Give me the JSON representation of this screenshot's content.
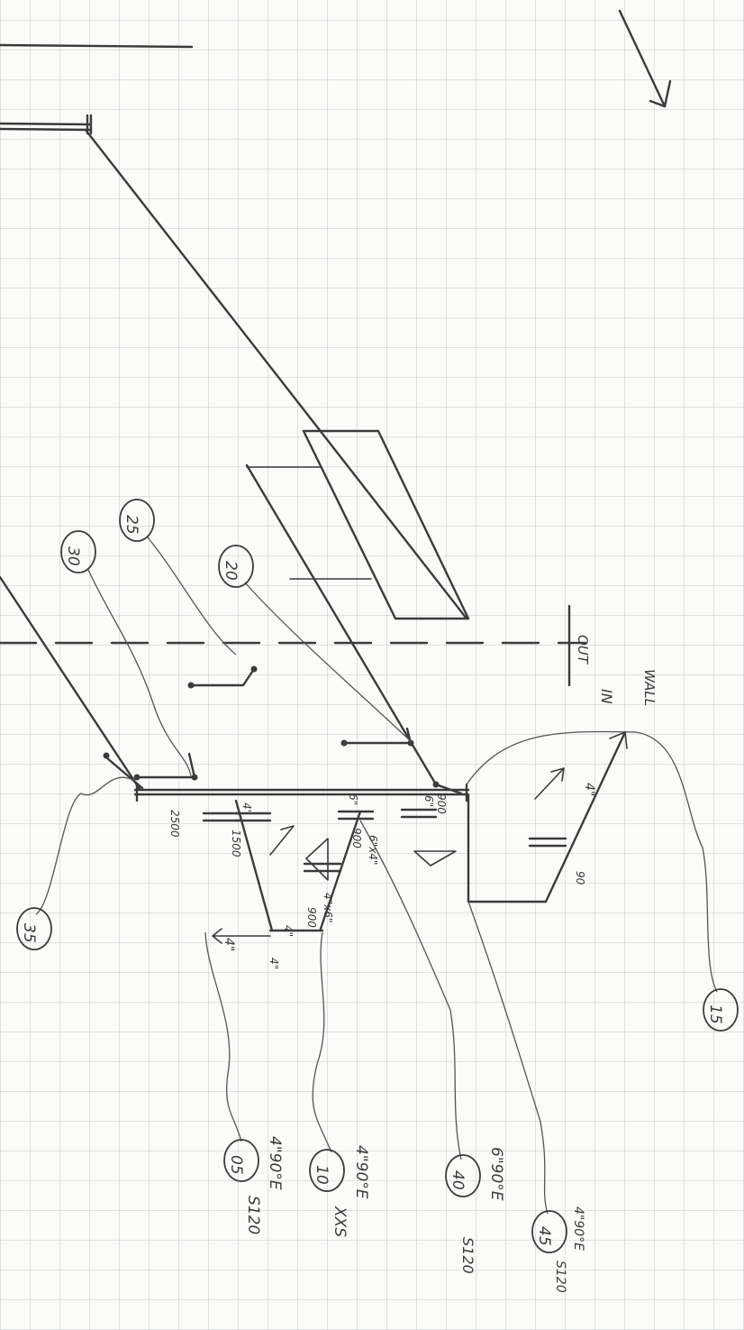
{
  "wall": {
    "out": "OUT",
    "wall": "WALL",
    "in": "IN"
  },
  "welds": {
    "w05": {
      "num": "05",
      "line1": "4\"90°E",
      "line2": "S120"
    },
    "w10": {
      "num": "10",
      "line1": "4\"90°E",
      "line2": "XXS"
    },
    "w15": {
      "num": "15"
    },
    "w20": {
      "num": "20"
    },
    "w25": {
      "num": "25"
    },
    "w30": {
      "num": "30"
    },
    "w35": {
      "num": "35"
    },
    "w40": {
      "num": "40",
      "line1": "6\"90°E",
      "line2": "S120"
    },
    "w45": {
      "num": "45",
      "line1": "4\"90°E",
      "line2": "S120"
    }
  },
  "dims": {
    "d4a": "4\"",
    "d4b": "4\"",
    "d4c": "4\"",
    "d4d": "4\"",
    "d4e": "4\"",
    "d6a": "6\"",
    "d6b": "6\"",
    "d6x4": "6\"x4\"",
    "d4x6": "4\"x6\"",
    "d2500": "2500",
    "d1500": "1500",
    "d900a": "900",
    "d900b": "900",
    "d900c": "900",
    "d900d": "90"
  }
}
